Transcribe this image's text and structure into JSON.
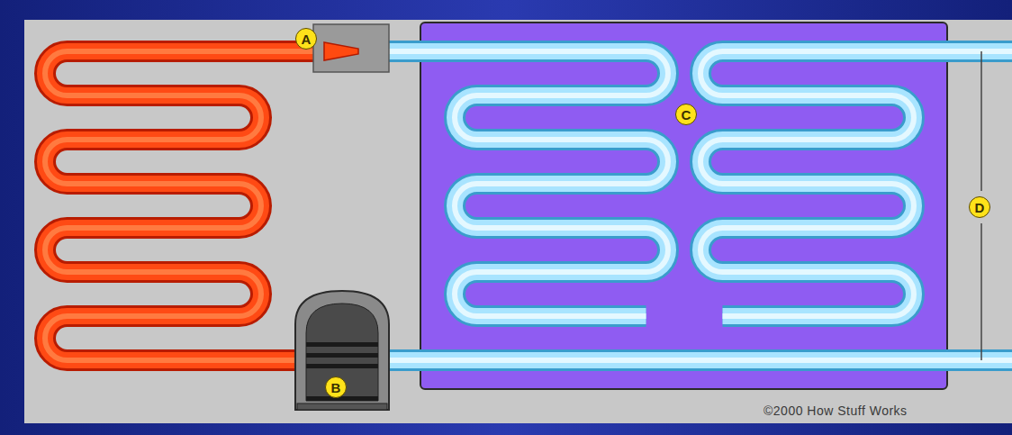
{
  "diagram": {
    "labels": [
      "A",
      "C",
      "D",
      "B",
      "©2000 How Stuff Works"
    ]
  }
}
